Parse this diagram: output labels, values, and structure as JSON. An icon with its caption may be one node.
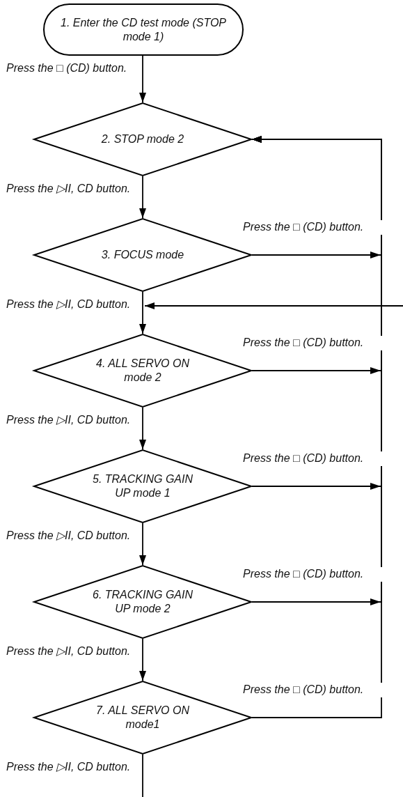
{
  "diagram": {
    "nodes": [
      {
        "text": [
          "1. Enter the CD test mode (STOP mode 1)"
        ]
      },
      {
        "text": [
          "2. STOP mode 2"
        ]
      },
      {
        "text": [
          "3. FOCUS mode"
        ]
      },
      {
        "text": [
          "4. ALL SERVO ON mode 2"
        ]
      },
      {
        "text": [
          "5. TRACKING GAIN UP mode 1"
        ]
      },
      {
        "text": [
          "6. TRACKING GAIN UP mode 2"
        ]
      },
      {
        "text": [
          "7. ALL SERVO ON mode1"
        ]
      }
    ],
    "edges": [
      {
        "from": 0,
        "to": 1,
        "arrow": "to",
        "label": "Press the □ (CD) button."
      },
      {
        "from": 1,
        "to": 2,
        "arrow": "to",
        "label": "Press the ▷II, CD button."
      },
      {
        "from": 2,
        "to": 3,
        "arrow": "to",
        "label": "Press the ▷II, CD button."
      },
      {
        "from": 3,
        "to": 4,
        "arrow": "to",
        "label": "Press the ▷II, CD button."
      },
      {
        "from": 4,
        "to": 5,
        "arrow": "to",
        "label": "Press the ▷II, CD button."
      },
      {
        "from": 5,
        "to": 6,
        "arrow": "to",
        "label": "Press the ▷II, CD button."
      },
      {
        "from": 6,
        "to": null,
        "arrow": "none",
        "label": "Press the ▷II, CD button."
      },
      {
        "from": 2,
        "to": 1,
        "arrow": "to",
        "label": "Press the □ (CD) button."
      },
      {
        "from": 3,
        "to": 1,
        "arrow": "to",
        "label": "Press the □ (CD) button."
      },
      {
        "from": 4,
        "to": 1,
        "arrow": "to",
        "label": "Press the □ (CD) button."
      },
      {
        "from": 5,
        "to": 1,
        "arrow": "to",
        "label": "Press the □ (CD) button."
      },
      {
        "from": 6,
        "to": 1,
        "arrow": "to",
        "label": "Press the □ (CD) button."
      },
      {
        "from": null,
        "to": 3,
        "arrow": "to"
      }
    ]
  }
}
